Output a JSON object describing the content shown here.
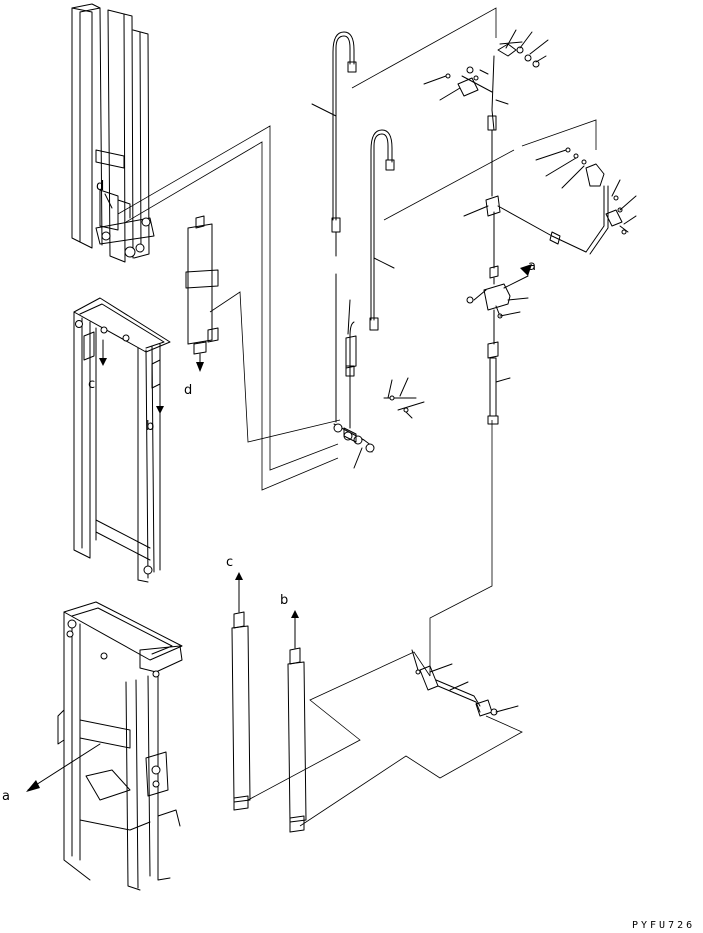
{
  "labels": {
    "a": "a",
    "b": "b",
    "c": "c",
    "d": "d"
  },
  "drawing_code": "PYFU726"
}
